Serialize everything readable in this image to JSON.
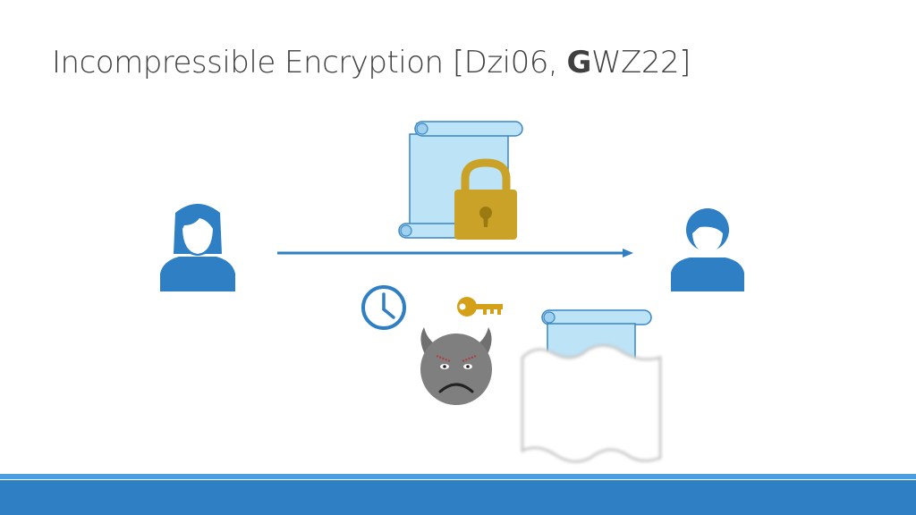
{
  "slide": {
    "title_main": "Incompressible Encryption [Dzi06, ",
    "title_bold": "G",
    "title_tail": "WZ22]"
  },
  "icons": {
    "sender": "woman-user-icon",
    "receiver": "man-user-icon",
    "encrypted_message": "scroll-with-padlock-icon",
    "clock": "clock-icon",
    "key": "key-icon",
    "adversary": "angry-devil-face-icon",
    "partial_message": "torn-scroll-icon"
  },
  "colors": {
    "person": "#2e7fc4",
    "scroll_fill": "#bde3f6",
    "scroll_stroke": "#3a86c4",
    "lock_gold": "#c9a227",
    "devil_gray": "#7f7f7f",
    "footer": "#2e7fc4"
  }
}
